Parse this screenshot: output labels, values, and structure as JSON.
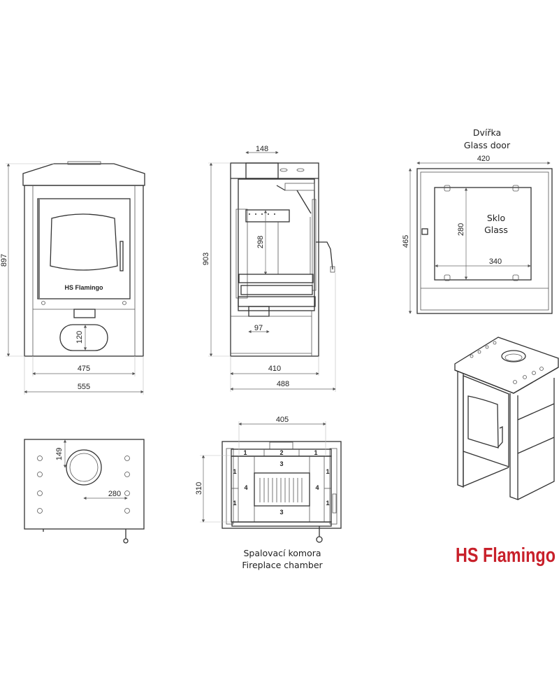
{
  "front_view": {
    "height": "897",
    "inner_width": "475",
    "width": "555",
    "opening": "120",
    "door_badge": "HS Flamingo"
  },
  "side_view": {
    "flue": "148",
    "height": "903",
    "chamber_height": "298",
    "air_inlet": "97",
    "depth_inner": "410",
    "depth": "488"
  },
  "glass_door": {
    "title_cz": "Dvířka",
    "title_en": "Glass door",
    "width": "420",
    "height": "465",
    "glass_cz": "Sklo",
    "glass_en": "Glass",
    "glass_height": "280",
    "glass_width": "340"
  },
  "top_view": {
    "flue_offset": "149",
    "flue_distance": "280"
  },
  "chamber": {
    "width": "405",
    "height": "310",
    "caption_cz": "Spalovací komora",
    "caption_en": "Fireplace chamber",
    "parts": [
      "1",
      "2",
      "1",
      "3",
      "1",
      "4",
      "4",
      "1",
      "1",
      "1",
      "3"
    ]
  },
  "logo": {
    "text": "HS Flamingo",
    "color": "#c8202a"
  }
}
